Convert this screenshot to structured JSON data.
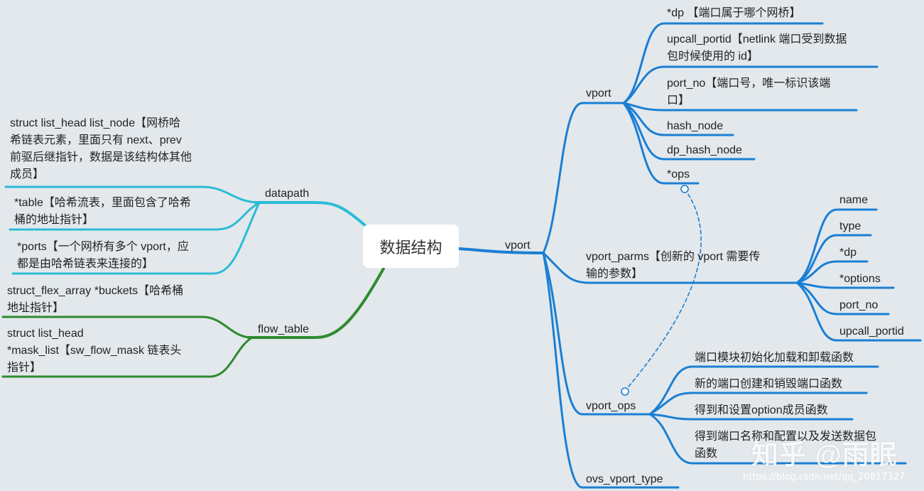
{
  "colors": {
    "background": "#e3e8ec",
    "blue": "#1a7fd4",
    "cyan": "#2bbcd6",
    "green": "#2e8b2e",
    "root_bg": "#ffffff"
  },
  "root": "数据结构",
  "left": {
    "datapath": {
      "label": "datapath",
      "children": [
        "struct list_head list_node【网桥哈\n希链表元素，里面只有 next、prev\n前驱后继指针，数据是该结构体其他\n成员】",
        "*table【哈希流表，里面包含了哈希\n桶的地址指针】",
        "*ports【一个网桥有多个 vport，应\n都是由哈希链表来连接的】"
      ]
    },
    "flow_table": {
      "label": "flow_table",
      "children": [
        "struct_flex_array *buckets【哈希桶\n地址指针】",
        "struct list_head\n*mask_list【sw_flow_mask 链表头\n指针】"
      ]
    }
  },
  "right": {
    "vport": {
      "label": "vport",
      "vport_child": {
        "label": "vport",
        "children": [
          "*dp 【端口属于哪个网桥】",
          "upcall_portid【netlink 端口受到数据\n包时候使用的 id】",
          "port_no【端口号，唯一标识该端\n口】",
          "hash_node",
          "dp_hash_node",
          "*ops"
        ]
      },
      "vport_parms": {
        "label": "vport_parms【创新的 vport 需要传\n输的参数】",
        "children": [
          "name",
          "type",
          "*dp",
          "*options",
          "port_no",
          "upcall_portid"
        ]
      },
      "vport_ops": {
        "label": "vport_ops",
        "children": [
          "端口模块初始化加载和卸载函数",
          "新的端口创建和销毁端口函数",
          "得到和设置option成员函数",
          "得到端口名称和配置以及发送数据包\n函数"
        ]
      },
      "ovs_vport_type": {
        "label": "ovs_vport_type"
      }
    }
  },
  "watermark": {
    "text": "知乎 @雨眠",
    "url": "https://blog.csdn.net/qq_20817327"
  }
}
